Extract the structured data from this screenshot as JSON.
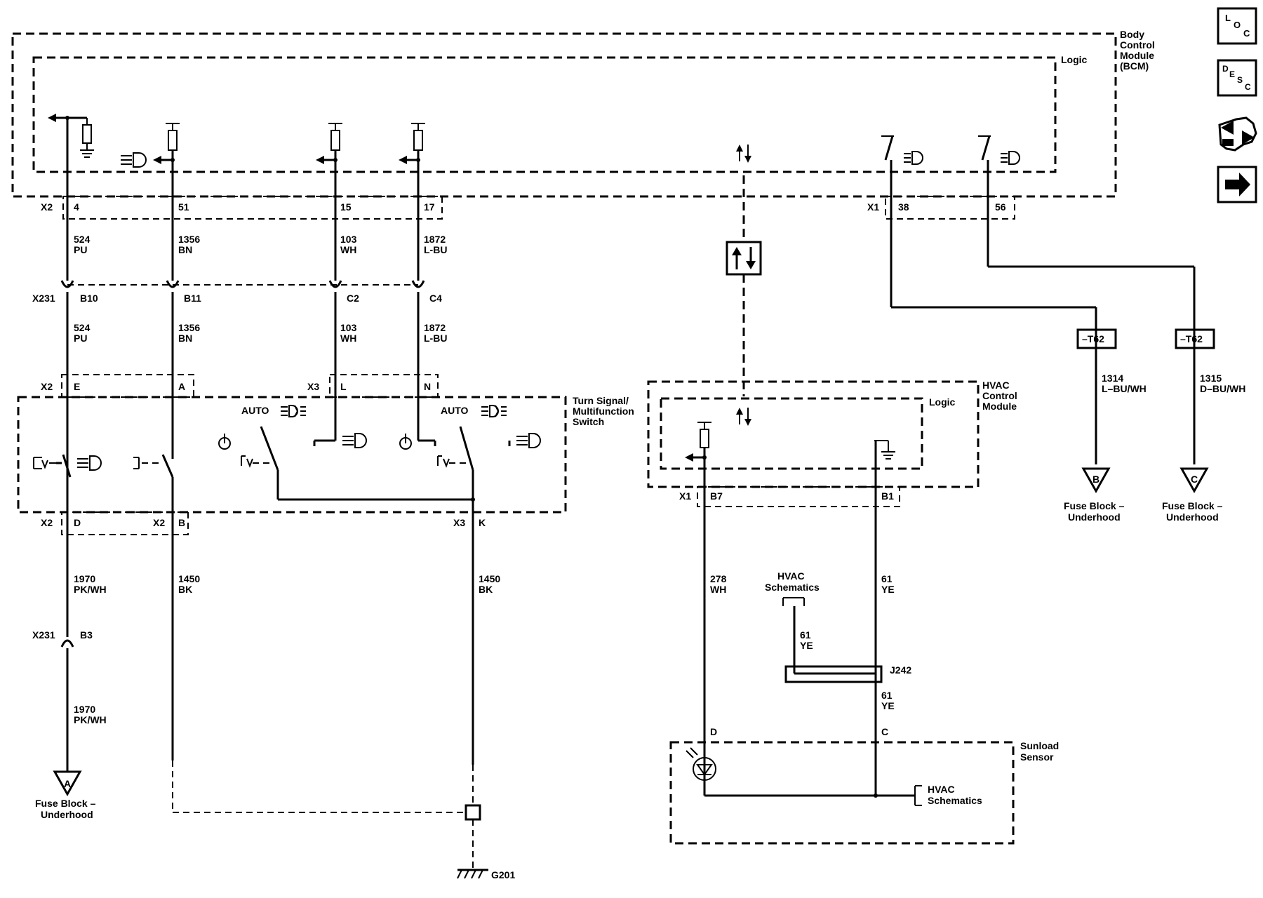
{
  "modules": {
    "bcm": {
      "line1": "Body",
      "line2": "Control",
      "line3": "Module",
      "line4": "(BCM)",
      "logic": "Logic"
    },
    "hvac": {
      "line1": "HVAC",
      "line2": "Control",
      "line3": "Module",
      "logic": "Logic"
    },
    "turn_signal": {
      "line1": "Turn Signal/",
      "line2": "Multifunction",
      "line3": "Switch",
      "auto_left": "AUTO",
      "auto_right": "AUTO"
    },
    "sunload": {
      "line1": "Sunload",
      "line2": "Sensor"
    }
  },
  "connectors": {
    "bcm_x2": "X2",
    "bcm_x1": "X1",
    "x231_top": "X231",
    "x231_bottom": "X231",
    "ts_x2_top": "X2",
    "ts_x3_top": "X3",
    "ts_x2_bottom_d": "X2",
    "ts_x2_bottom_b": "X2",
    "ts_x3_bottom": "X3",
    "hvac_x1": "X1"
  },
  "pins": {
    "bcm_4": "4",
    "bcm_51": "51",
    "bcm_15": "15",
    "bcm_17": "17",
    "bcm_38": "38",
    "bcm_56": "56",
    "x231_b10": "B10",
    "x231_b11": "B11",
    "x231_c2": "C2",
    "x231_c4": "C4",
    "ts_e": "E",
    "ts_a": "A",
    "ts_l": "L",
    "ts_n": "N",
    "ts_d": "D",
    "ts_b": "B",
    "ts_k": "K",
    "x231_b3": "B3",
    "hvac_b7": "B7",
    "hvac_b1": "B1",
    "sensor_d": "D",
    "sensor_c": "C"
  },
  "wires": {
    "w524_top": {
      "num": "524",
      "color": "PU"
    },
    "w1356_top": {
      "num": "1356",
      "color": "BN"
    },
    "w103_top": {
      "num": "103",
      "color": "WH"
    },
    "w1872_top": {
      "num": "1872",
      "color": "L-BU"
    },
    "w524_mid": {
      "num": "524",
      "color": "PU"
    },
    "w1356_mid": {
      "num": "1356",
      "color": "BN"
    },
    "w103_mid": {
      "num": "103",
      "color": "WH"
    },
    "w1872_mid": {
      "num": "1872",
      "color": "L-BU"
    },
    "w1970_a": {
      "num": "1970",
      "color": "PK/WH"
    },
    "w1970_b": {
      "num": "1970",
      "color": "PK/WH"
    },
    "w1450_a": {
      "num": "1450",
      "color": "BK"
    },
    "w1450_b": {
      "num": "1450",
      "color": "BK"
    },
    "w278": {
      "num": "278",
      "color": "WH"
    },
    "w61_a": {
      "num": "61",
      "color": "YE"
    },
    "w61_b": {
      "num": "61",
      "color": "YE"
    },
    "w61_c": {
      "num": "61",
      "color": "YE"
    },
    "w1314": {
      "num": "1314",
      "color": "L–BU/WH"
    },
    "w1315": {
      "num": "1315",
      "color": "D–BU/WH"
    }
  },
  "fuse_refs": {
    "a": {
      "letter": "A",
      "line1": "Fuse Block –",
      "line2": "Underhood"
    },
    "b": {
      "letter": "B",
      "line1": "Fuse Block –",
      "line2": "Underhood"
    },
    "c": {
      "letter": "C",
      "line1": "Fuse Block –",
      "line2": "Underhood"
    }
  },
  "t62_left": "–T62",
  "t62_right": "–T62",
  "splice": "J242",
  "ground": "G201",
  "hvac_ref_a": {
    "line1": "HVAC",
    "line2": "Schematics"
  },
  "hvac_ref_b": {
    "line1": "HVAC",
    "line2": "Schematics"
  },
  "nav": {
    "loc": {
      "l": "L",
      "o": "O",
      "c": "C"
    },
    "desc": {
      "d": "D",
      "e": "E",
      "s": "S",
      "c": "C"
    }
  }
}
